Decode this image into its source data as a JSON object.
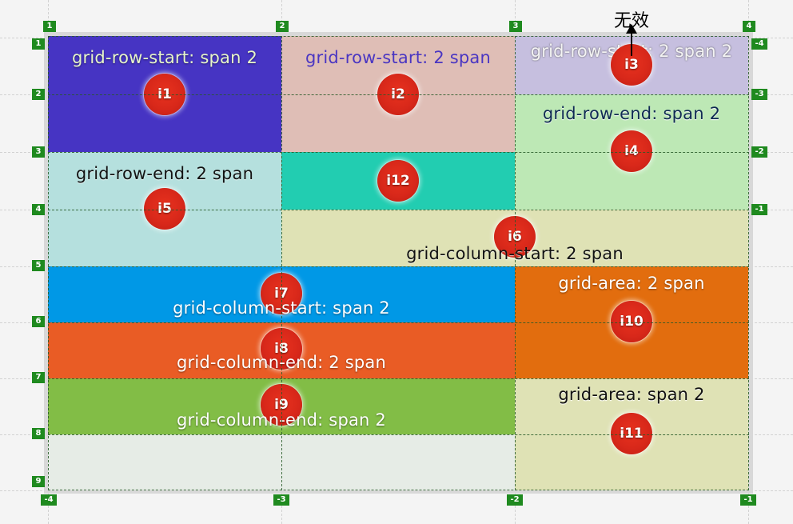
{
  "items": [
    {
      "id": "i1",
      "label": "grid-row-start: span 2",
      "color": "#4634c3"
    },
    {
      "id": "i2",
      "label": "grid-row-start: 2 span",
      "color": "#dfbeb6"
    },
    {
      "id": "i3",
      "label": "grid-row-start: 2 span 2",
      "color": "#c6bfdf"
    },
    {
      "id": "i4",
      "label": "grid-row-end: span 2",
      "color": "#bde8b5"
    },
    {
      "id": "i5",
      "label": "grid-row-end: 2 span",
      "color": "#b5e0de"
    },
    {
      "id": "i6",
      "label": "grid-column-start: 2 span",
      "color": "#dfe2b5"
    },
    {
      "id": "i7",
      "label": "grid-column-start: span 2",
      "color": "#0098e6"
    },
    {
      "id": "i8",
      "label": "grid-column-end: 2 span",
      "color": "#e95c25"
    },
    {
      "id": "i9",
      "label": "grid-column-end: span 2",
      "color": "#82bd46"
    },
    {
      "id": "i10",
      "label": "grid-area: 2 span",
      "color": "#e26d0e"
    },
    {
      "id": "i11",
      "label": "grid-area: span 2",
      "color": "#dfe2b5"
    },
    {
      "id": "i12",
      "label": "",
      "color": "#22cdb1"
    }
  ],
  "empty_cell_color": "#e6ece6",
  "invalid_note": "无效",
  "col_lines_top": [
    "1",
    "2",
    "3",
    "4"
  ],
  "col_lines_bottom": [
    "-4",
    "-3",
    "-2",
    "-1"
  ],
  "row_lines_left": [
    "1",
    "2",
    "3",
    "4",
    "5",
    "6",
    "7",
    "8",
    "9"
  ],
  "row_lines_right": [
    "-4",
    "-3",
    "-2",
    "-1"
  ],
  "line_color": "#1f8a1f"
}
